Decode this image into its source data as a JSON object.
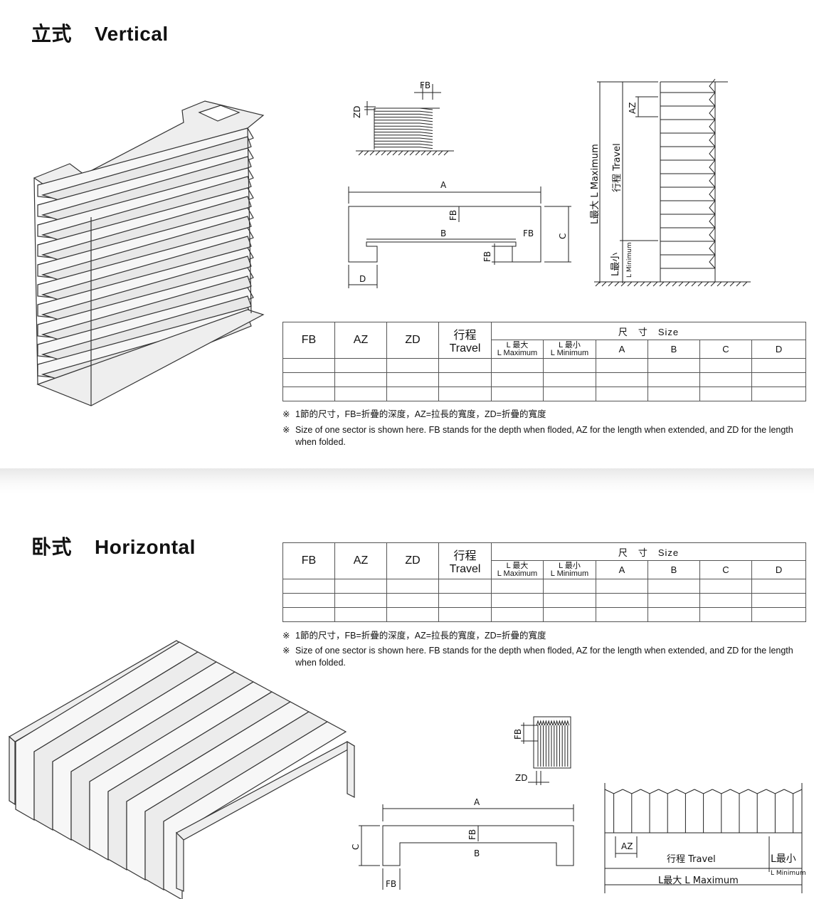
{
  "vertical": {
    "title_cn": "立式",
    "title_en": "Vertical",
    "diagram_labels": {
      "fb": "FB",
      "zd": "ZD",
      "a": "A",
      "b": "B",
      "c": "C",
      "d": "D",
      "az": "AZ",
      "l_max": "L最大 L Maximum",
      "travel": "行程 Travel",
      "l_min_cn": "L最小",
      "l_min_en": "L Minimum"
    }
  },
  "horizontal": {
    "title_cn": "卧式",
    "title_en": "Horizontal",
    "diagram_labels": {
      "fb": "FB",
      "zd": "ZD",
      "a": "A",
      "b": "B",
      "c": "C",
      "az": "AZ",
      "travel": "行程 Travel",
      "l_min": "L最小",
      "l_min_en": "L Minimum",
      "l_max": "L最大 L Maximum"
    }
  },
  "table": {
    "col_fb": "FB",
    "col_az": "AZ",
    "col_zd": "ZD",
    "col_travel_cn": "行程",
    "col_travel_en": "Travel",
    "size_header": "尺　寸　Size",
    "lmax_cn": "L 最大",
    "lmax_en": "L Maximum",
    "lmin_cn": "L 最小",
    "lmin_en": "L Minimum",
    "col_a": "A",
    "col_b": "B",
    "col_c": "C",
    "col_d": "D"
  },
  "notes": {
    "cn": "1節的尺寸，FB=折疊的深度，AZ=拉長的寬度，ZD=折疊的寬度",
    "en": "Size of one sector is shown here. FB stands for the depth when floded, AZ for the length when extended, and ZD for the length when folded."
  },
  "note_marker": "※"
}
